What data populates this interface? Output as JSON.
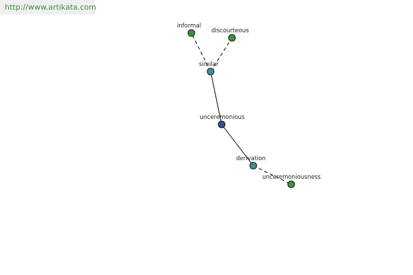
{
  "header": {
    "url": "http://www.artikata.com"
  },
  "graph": {
    "colors": {
      "center": "#3a4f8c",
      "relation": "#3f8f8f",
      "leaf": "#3f8f3f",
      "edge": "#000000",
      "url": "#3f8f3f"
    },
    "nodes": [
      {
        "id": "unceremonious",
        "label": "unceremonious",
        "kind": "center"
      },
      {
        "id": "similar",
        "label": "similar",
        "kind": "relation"
      },
      {
        "id": "derivation",
        "label": "derivation",
        "kind": "relation"
      },
      {
        "id": "informal",
        "label": "informal",
        "kind": "leaf"
      },
      {
        "id": "discourteous",
        "label": "discourteous",
        "kind": "leaf"
      },
      {
        "id": "unceremoniousness",
        "label": "unceremoniousness",
        "kind": "leaf"
      }
    ],
    "edges": [
      {
        "from": "unceremonious",
        "to": "similar",
        "style": "solid"
      },
      {
        "from": "unceremonious",
        "to": "derivation",
        "style": "solid"
      },
      {
        "from": "similar",
        "to": "informal",
        "style": "dashed"
      },
      {
        "from": "similar",
        "to": "discourteous",
        "style": "dashed"
      },
      {
        "from": "derivation",
        "to": "unceremoniousness",
        "style": "dashed"
      }
    ]
  }
}
